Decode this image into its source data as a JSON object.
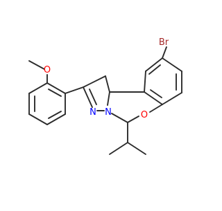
{
  "molecule": {
    "atom_labels": {
      "bromine": "Br",
      "oxygen_ring": "O",
      "oxygen_methoxy": "O",
      "nitrogen_imine": "N",
      "nitrogen_amine": "N"
    },
    "colors": {
      "bond": "#2b2b2b",
      "bromine": "#a52a2a",
      "oxygen": "#ff0000",
      "nitrogen": "#0000ff"
    }
  }
}
